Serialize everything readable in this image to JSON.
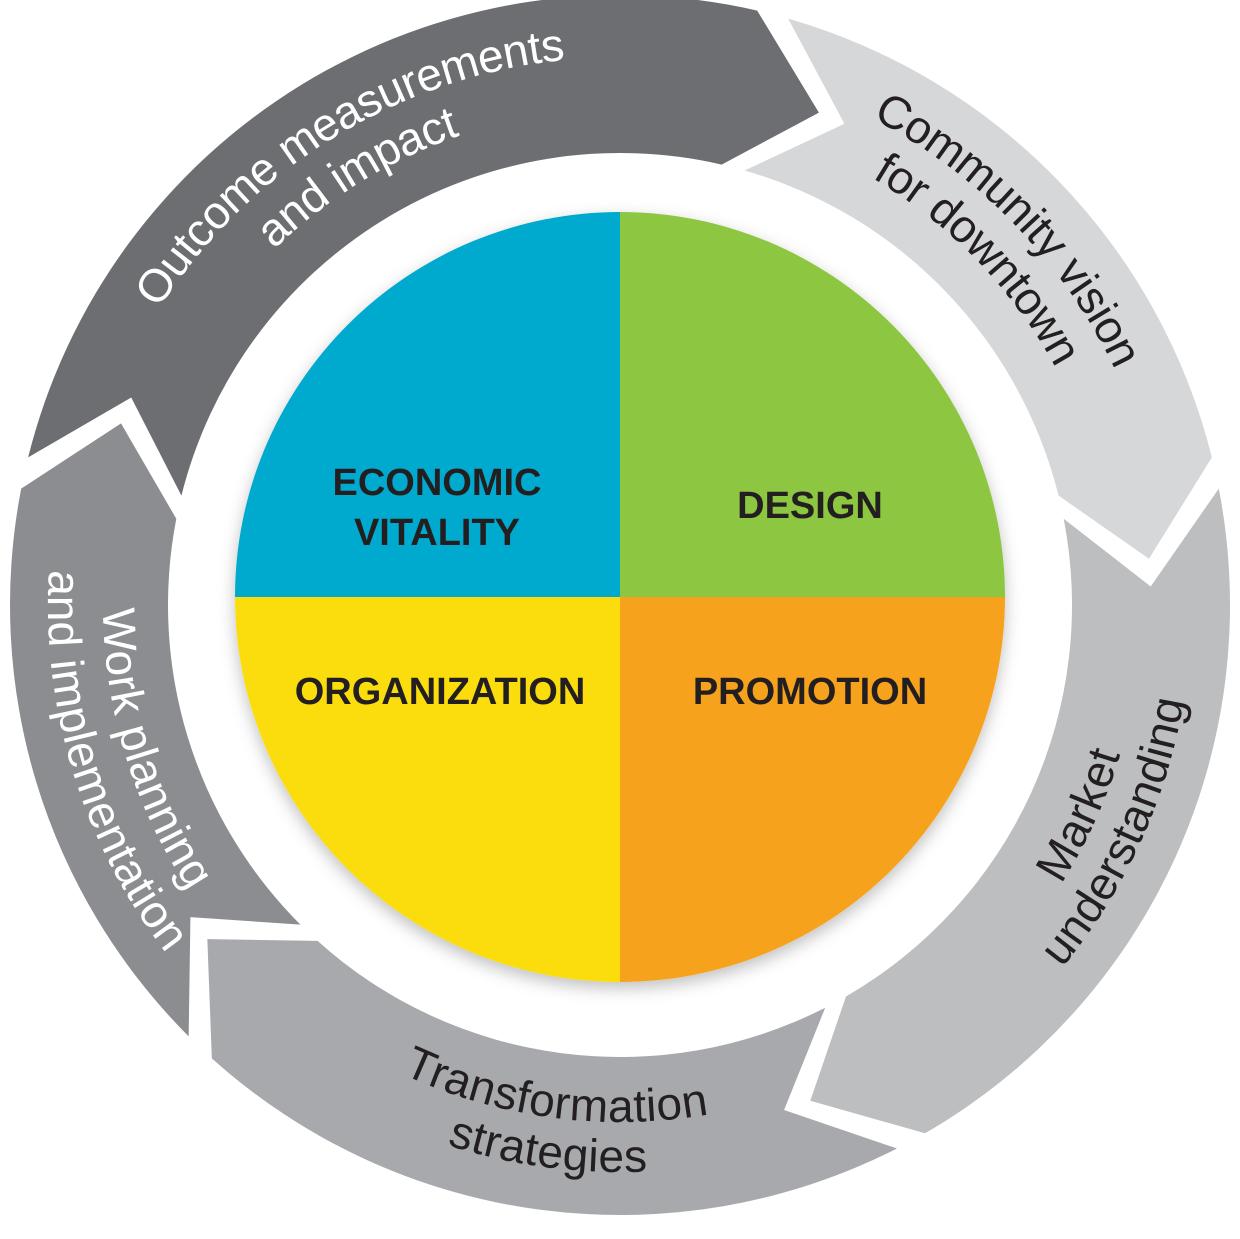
{
  "cycle": [
    {
      "lines": [
        "Outcome measurements",
        "and impact"
      ],
      "color": "#6d6e71",
      "text_color": "#ffffff"
    },
    {
      "lines": [
        "Community vision",
        "for downtown"
      ],
      "color": "#d6d7d9",
      "text_color": "#231f20"
    },
    {
      "lines": [
        "Market",
        "understanding"
      ],
      "color": "#bdbec0",
      "text_color": "#231f20"
    },
    {
      "lines": [
        "Transformation",
        "strategies"
      ],
      "color": "#a7a9ac",
      "text_color": "#231f20"
    },
    {
      "lines": [
        "Work planning",
        "and implementation"
      ],
      "color": "#8b8d90",
      "text_color": "#ffffff"
    }
  ],
  "quadrants": [
    {
      "lines": [
        "ECONOMIC",
        "VITALITY"
      ],
      "color": "#00a9ce"
    },
    {
      "lines": [
        "DESIGN"
      ],
      "color": "#8dc63f"
    },
    {
      "lines": [
        "PROMOTION"
      ],
      "color": "#f7a21b"
    },
    {
      "lines": [
        "ORGANIZATION"
      ],
      "color": "#fbdd0f"
    }
  ]
}
